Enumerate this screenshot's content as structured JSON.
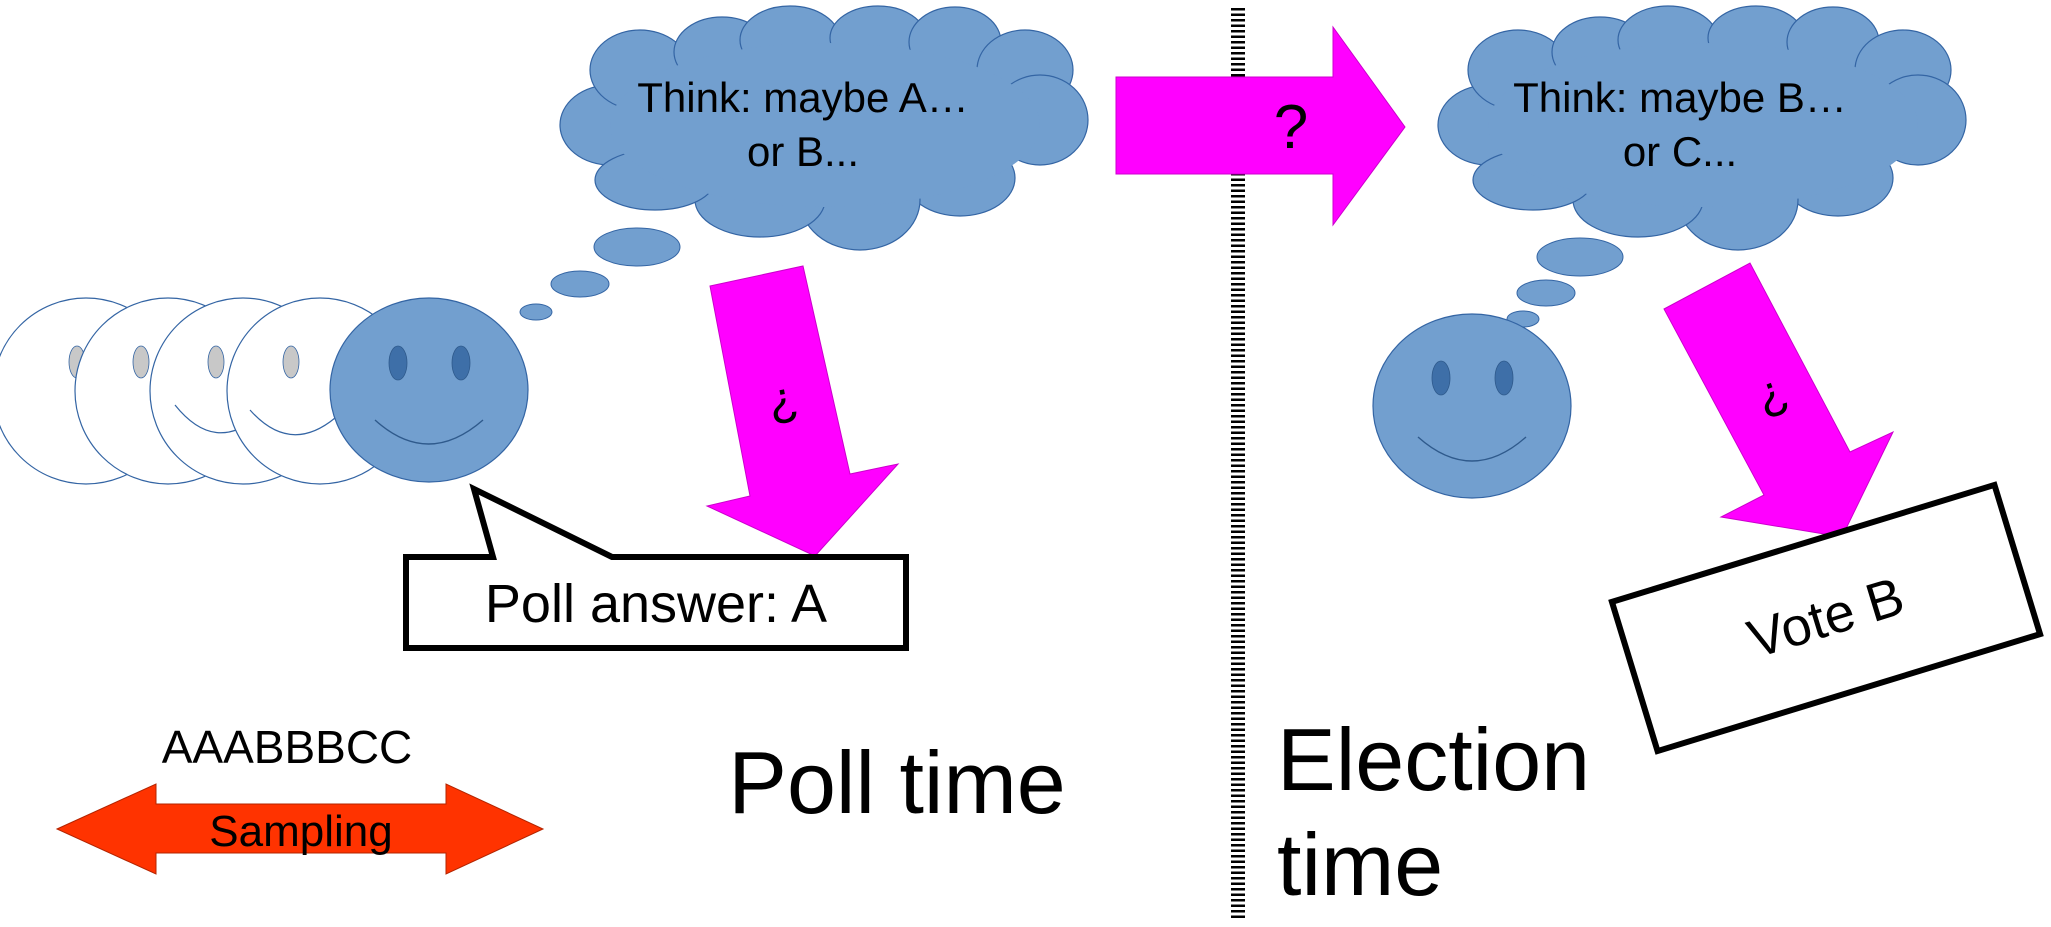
{
  "left_panel": {
    "thought": {
      "line1": "Think: maybe A…",
      "line2": "or B..."
    },
    "question_mark": "?",
    "speech": "Poll answer: A",
    "sequence": "AAABBBCC",
    "sampling_label": "Sampling",
    "title": "Poll time"
  },
  "divider": {
    "question_mark": "?"
  },
  "right_panel": {
    "thought": {
      "line1": "Think: maybe B…",
      "line2": "or C..."
    },
    "question_mark": "?",
    "ballot": "Vote B",
    "title_line1": "Election",
    "title_line2": "time"
  },
  "colors": {
    "face_fill": "#729fcf",
    "face_stroke": "#3465a4",
    "eye_fill": "#3e6fa8",
    "ghost_eye_fill": "#c8c8c8",
    "arrow_magenta": "#ff00ff",
    "arrow_red": "#ff3300",
    "text": "#000000"
  }
}
